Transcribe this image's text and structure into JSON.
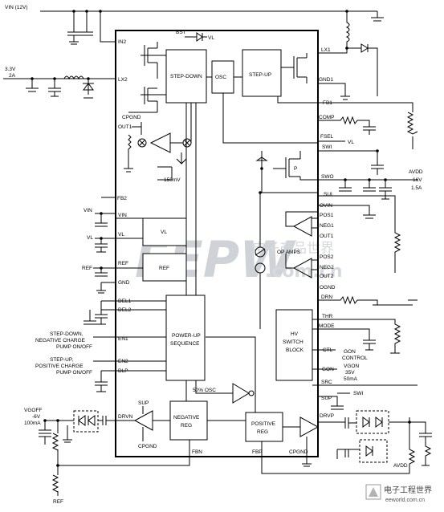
{
  "pins_left": {
    "in2": "IN2",
    "lx2": "LX2",
    "cpgnd_top": "CPGND",
    "out1": "OUT1",
    "fb2": "FB2",
    "vin": "VIN",
    "vl": "VL",
    "ref": "REF",
    "gnd": "GND",
    "del1": "DEL1",
    "del2": "DEL2",
    "en1": "EN1",
    "en2": "EN2",
    "dlp": "DLP",
    "drvn": "DRVN",
    "fbn": "FBN",
    "cpgnd_bot": "CPGND",
    "sup_left": "SUP"
  },
  "pins_right": {
    "lx1": "LX1",
    "gnd1": "GND1",
    "fb1": "FB1",
    "comp": "COMP",
    "fsel": "FSEL",
    "swi": "SWI",
    "swo": "SWO",
    "sui": "SUI",
    "ovin": "OVIN",
    "pos1": "POS1",
    "neg1": "NEG1",
    "out1r": "OUT1",
    "pos2": "POS2",
    "neg2": "NEG2",
    "out2": "OUT2",
    "ognd": "OGND",
    "drn": "DRN",
    "thr": "THR",
    "mode": "MODE",
    "ctl": "CTL",
    "gon": "GON",
    "src": "SRC",
    "sup": "SUP",
    "drvp": "DRVP",
    "fbp": "FBP",
    "cpgnd": "CPGND"
  },
  "blocks": {
    "step_down": "STEP-DOWN",
    "osc": "OSC",
    "step_up": "STEP-UP",
    "power_up_1": "POWER-UP",
    "power_up_2": "SEQUENCE",
    "hv_1": "HV",
    "hv_2": "SWITCH",
    "hv_3": "BLOCK",
    "neg_1": "NEGATIVE",
    "neg_2": "REG",
    "pos_1": "POSITIVE",
    "pos_2": "REG",
    "vl_block": "VL",
    "ref_block": "REF",
    "opamps": "OP AMPS",
    "osc50": "50% OSC",
    "mv150": "150mV",
    "bst": "BST",
    "vl_bst": "VL",
    "p_fet": "P",
    "vl_inner": "VL",
    "vin_inner": "VIN"
  },
  "external": {
    "vin_12": "VIN (12V)",
    "v33_1": "3.3V",
    "v33_2": "2A",
    "vin_left": "VIN",
    "vl_left": "VL",
    "ref_left": "REF",
    "en1_1": "STEP-DOWN,",
    "en1_2": "NEGATIVE CHARGE",
    "en1_3": "PUMP ON/OFF",
    "en2_1": "STEP-UP,",
    "en2_2": "POSITIVE CHARGE",
    "en2_3": "PUMP ON/OFF",
    "vgoff_1": "VGOFF",
    "vgoff_2": "-6V",
    "vgoff_3": "100mA",
    "ref_bottom": "REF",
    "avdd_1": "AVDD",
    "avdd_2": "16V",
    "avdd_3": "1.5A",
    "gon_ctrl_1": "GON",
    "gon_ctrl_2": "CONTROL",
    "vgon_1": "VGON",
    "vgon_2": "35V",
    "vgon_3": "50mA",
    "vl_fsel": "VL",
    "swi_ext": "SWI",
    "avdd_bot": "AVDD"
  },
  "watermark": {
    "logo": "EEPW",
    "cn": "电子产品世界",
    "url": ".com.cn",
    "corner_cn": "电子工程世界",
    "corner_url": "eeworld.com.cn"
  },
  "colors": {
    "eepw": "#cfd3d8",
    "line": "#000000"
  }
}
